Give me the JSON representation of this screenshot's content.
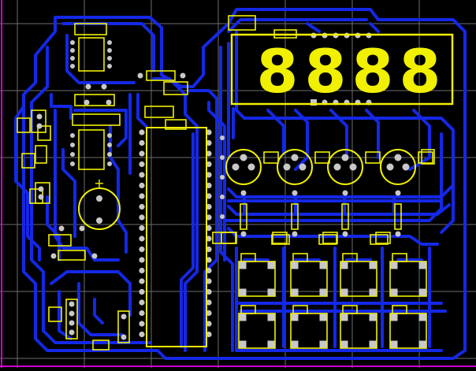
{
  "colors": {
    "background": "#000000",
    "grid": "#6e6e6e",
    "trace": "#1428e6",
    "silkscreen": "#f0f000",
    "pad": "#c8c8c8",
    "outline": "#d000d0"
  },
  "display": {
    "digits": [
      "8",
      "8",
      "8",
      "8"
    ]
  },
  "components": {
    "transistor_count": 4,
    "resistor_count": 4,
    "button_count": 8,
    "capacitor_polarity": "+"
  }
}
